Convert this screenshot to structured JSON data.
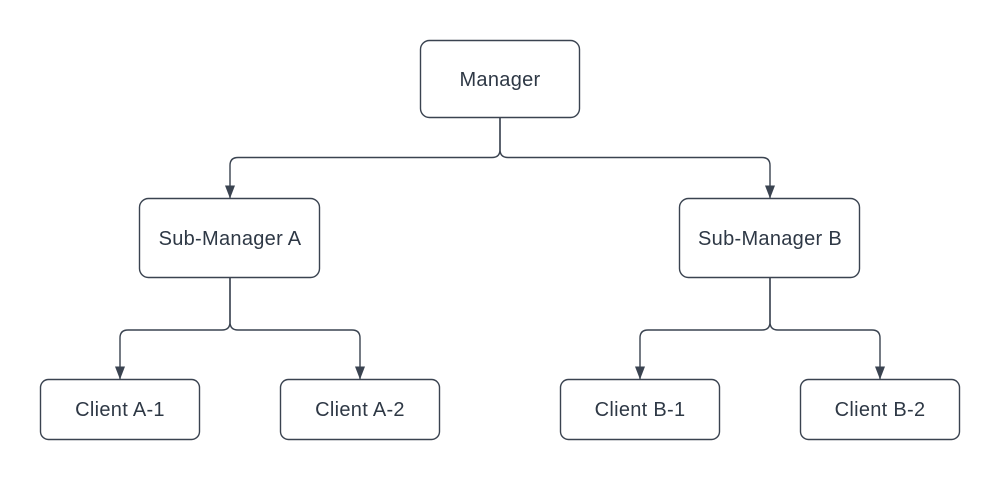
{
  "diagram": {
    "type": "org-chart",
    "nodes": {
      "manager": {
        "label": "Manager"
      },
      "sub_manager_a": {
        "label": "Sub-Manager A"
      },
      "sub_manager_b": {
        "label": "Sub-Manager B"
      },
      "client_a1": {
        "label": "Client A-1"
      },
      "client_a2": {
        "label": "Client A-2"
      },
      "client_b1": {
        "label": "Client B-1"
      },
      "client_b2": {
        "label": "Client B-2"
      }
    },
    "edges": [
      {
        "from": "Manager",
        "to": "Sub-Manager A"
      },
      {
        "from": "Manager",
        "to": "Sub-Manager B"
      },
      {
        "from": "Sub-Manager A",
        "to": "Client A-1"
      },
      {
        "from": "Sub-Manager A",
        "to": "Client A-2"
      },
      {
        "from": "Sub-Manager B",
        "to": "Client B-1"
      },
      {
        "from": "Sub-Manager B",
        "to": "Client B-2"
      }
    ]
  },
  "colors": {
    "line": "#3a4350",
    "text": "#2e3845",
    "node_fill": "#ffffff",
    "background": "#ffffff"
  }
}
